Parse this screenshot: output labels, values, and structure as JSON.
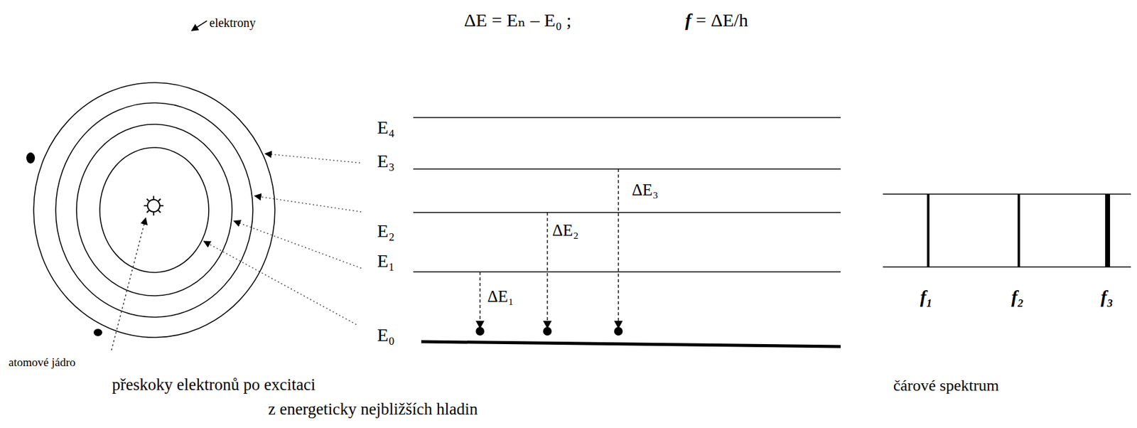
{
  "diagram": {
    "labels": [
      "elektrony",
      "ΔE = Eₙ – E₀ ;",
      "f = ΔE/h",
      "E₄",
      "E₃",
      "ΔE₃",
      "E₂",
      "ΔE₂",
      "E₁",
      "ΔE₁",
      "E₀",
      "atomové jádro",
      "přeskoky elektronů po excitaci z energeticky nejbližších hladin",
      "f₁",
      "f₂",
      "f₃",
      "čárové spektrum"
    ]
  }
}
